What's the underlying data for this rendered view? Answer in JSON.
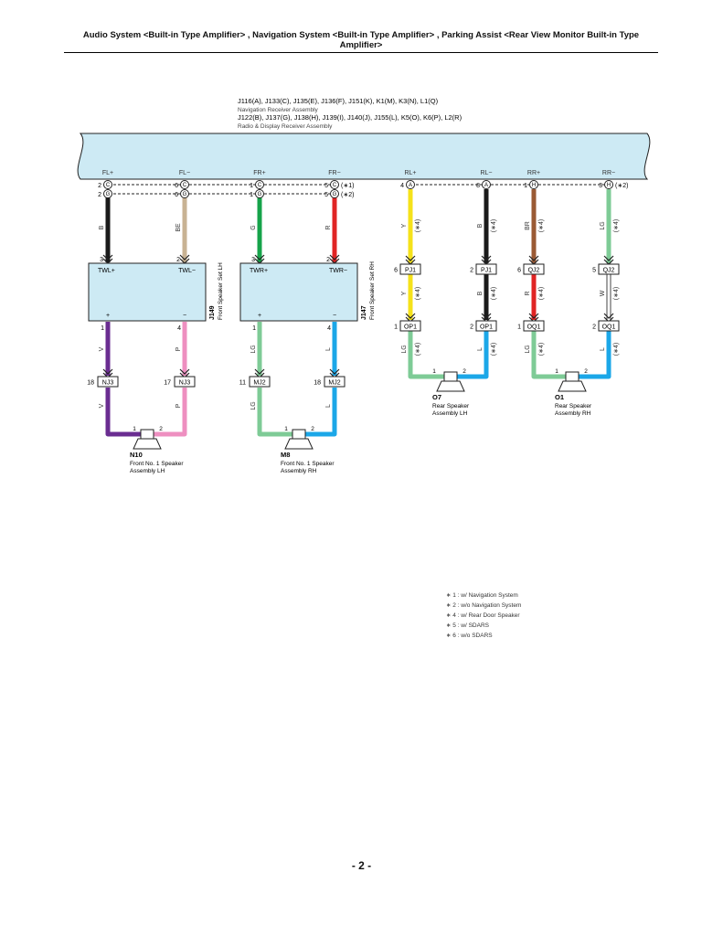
{
  "header": {
    "title_line1": "Audio System <Built-in Type Amplifier> , Navigation System <Built-in Type Amplifier> , Parking Assist <Rear View Monitor Built-in Type",
    "title_line2": "Amplifier>"
  },
  "receiver": {
    "nav_codes": "J116(A), J133(C), J135(E), J136(F), J151(K), K1(M), K3(N), L1(Q)",
    "nav_name": "Navigation Receiver Assembly",
    "radio_codes": "J122(B), J137(G), J138(H), J139(I), J140(J), J155(L), K5(O), K6(P), L2(R)",
    "radio_name": "Radio & Display Receiver Assembly",
    "terminals": [
      "FL+",
      "FL−",
      "FR+",
      "FR−",
      "RL+",
      "RL−",
      "RR+",
      "RR−"
    ],
    "pins": {
      "fl_plus_a": "2",
      "fl_plus_a_conn": "C",
      "fl_plus_b": "2",
      "fl_plus_b_conn": "G",
      "fl_minus_a": "6",
      "fl_minus_a_conn": "C",
      "fl_minus_b": "6",
      "fl_minus_b_conn": "G",
      "fr_plus_a": "1",
      "fr_plus_a_conn": "C",
      "fr_plus_b": "1",
      "fr_plus_b_conn": "G",
      "fr_minus_a": "5",
      "fr_minus_a_conn": "C",
      "fr_minus_b": "5",
      "fr_minus_b_conn": "G",
      "rl_plus": "4",
      "rl_plus_conn": "A",
      "rl_minus": "8",
      "rl_minus_conn": "A",
      "rr_plus": "1",
      "rr_plus_conn": "H",
      "rr_minus": "3",
      "rr_minus_conn": "H"
    },
    "notes": {
      "n1": "(∗1)",
      "n2": "(∗2)",
      "n3": "(∗2)"
    }
  },
  "front_lh": {
    "code": "J149",
    "name": "Front Speaker Set LH",
    "term_plus": "TWL+",
    "term_minus": "TWL−",
    "in_pin_plus": "3",
    "in_pin_minus": "2",
    "out_sign_plus": "+",
    "out_sign_minus": "−",
    "out_pin_plus": "1",
    "out_pin_minus": "4"
  },
  "front_rh": {
    "code": "J147",
    "name": "Front Speaker Set RH",
    "term_plus": "TWR+",
    "term_minus": "TWR−",
    "in_pin_plus": "3",
    "in_pin_minus": "2",
    "out_sign_plus": "+",
    "out_sign_minus": "−",
    "out_pin_plus": "1",
    "out_pin_minus": "4"
  },
  "wires": {
    "fl_plus": "B",
    "fl_minus": "BE",
    "fr_plus": "G",
    "fr_minus": "R",
    "rl_plus": "Y",
    "rl_minus": "B",
    "rr_plus": "BR",
    "rr_minus": "LG",
    "rl_plus_2": "Y",
    "rl_minus_2": "B",
    "rr_plus_2": "R",
    "rr_minus_2": "W",
    "rl_plus_3": "LG",
    "rl_minus_3": "L",
    "rr_plus_3": "LG",
    "rr_minus_3": "L",
    "lh_plus": "V",
    "lh_minus": "P",
    "lh_plus_2": "V",
    "lh_minus_2": "P",
    "rh_plus": "LG",
    "rh_minus": "L",
    "rh_plus_2": "LG",
    "rh_minus_2": "L",
    "note4": "(∗4)"
  },
  "connectors": {
    "nj3_plus": "NJ3",
    "nj3_plus_pin": "18",
    "nj3_minus": "NJ3",
    "nj3_minus_pin": "17",
    "mj2_plus": "MJ2",
    "mj2_plus_pin": "11",
    "mj2_minus": "MJ2",
    "mj2_minus_pin": "18",
    "pj1_plus": "PJ1",
    "pj1_plus_pin": "6",
    "pj1_minus": "PJ1",
    "pj1_minus_pin": "2",
    "qj2_plus": "QJ2",
    "qj2_plus_pin": "6",
    "qj2_minus": "QJ2",
    "qj2_minus_pin": "5",
    "op1_plus": "OP1",
    "op1_plus_pin": "1",
    "op1_minus": "OP1",
    "op1_minus_pin": "2",
    "oq1_plus": "OQ1",
    "oq1_plus_pin": "1",
    "oq1_minus": "OQ1",
    "oq1_minus_pin": "2"
  },
  "speakers": {
    "n10": {
      "code": "N10",
      "line1": "Front No. 1 Speaker",
      "line2": "Assembly LH",
      "pin1": "1",
      "pin2": "2"
    },
    "m8": {
      "code": "M8",
      "line1": "Front No. 1 Speaker",
      "line2": "Assembly RH",
      "pin1": "1",
      "pin2": "2"
    },
    "o7": {
      "code": "O7",
      "line1": "Rear Speaker",
      "line2": "Assembly LH",
      "pin1": "1",
      "pin2": "2"
    },
    "o1": {
      "code": "O1",
      "line1": "Rear Speaker",
      "line2": "Assembly RH",
      "pin1": "1",
      "pin2": "2"
    }
  },
  "legend": [
    "∗ 1 : w/ Navigation System",
    "∗ 2 : w/o Navigation System",
    "∗ 4 : w/ Rear Door Speaker",
    "∗ 5 : w/ SDARS",
    "∗ 6 : w/o SDARS"
  ],
  "footer": {
    "page": "- 2 -"
  },
  "colors": {
    "receiver_fill": "#cdeaf4",
    "box_fill": "#cdeaf4",
    "black": "#1a1a1a",
    "beige": "#c8b293",
    "green": "#16a34a",
    "red": "#e02424",
    "yellow": "#f5e21a",
    "brown": "#9a5a34",
    "light_green": "#7ecb96",
    "white": "#ffffff",
    "violet": "#6a2d91",
    "pink": "#ee8fc0",
    "blue": "#1ba7e8"
  }
}
